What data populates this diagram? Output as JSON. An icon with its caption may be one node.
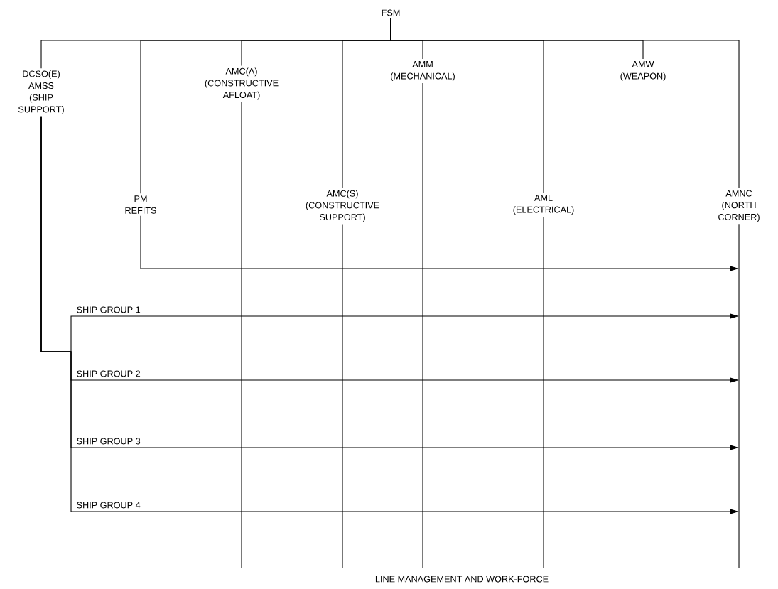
{
  "diagram": {
    "nodes": [
      {
        "text": [
          "FSM"
        ]
      },
      {
        "text": [
          "DCSO(E) AMSS (SHIP SUPPORT)"
        ]
      },
      {
        "text": [
          "PM REFITS"
        ]
      },
      {
        "text": [
          "AMC(A) (CONSTRUCTIVE AFLOAT)"
        ]
      },
      {
        "text": [
          "AMC(S) (CONSTRUCTIVE SUPPORT)"
        ]
      },
      {
        "text": [
          "AMM (MECHANICAL)"
        ]
      },
      {
        "text": [
          "AML (ELECTRICAL)"
        ]
      },
      {
        "text": [
          "AMW (WEAPON)"
        ]
      },
      {
        "text": [
          "AMNC (NORTH CORNER)"
        ]
      }
    ],
    "edges": [
      {
        "from": 0,
        "to": 1,
        "arrow": "none"
      },
      {
        "from": 0,
        "to": 2,
        "arrow": "none"
      },
      {
        "from": 0,
        "to": 3,
        "arrow": "none"
      },
      {
        "from": 0,
        "to": 4,
        "arrow": "none"
      },
      {
        "from": 0,
        "to": 5,
        "arrow": "none"
      },
      {
        "from": 0,
        "to": 6,
        "arrow": "none"
      },
      {
        "from": 0,
        "to": 7,
        "arrow": "none"
      },
      {
        "from": 0,
        "to": 8,
        "arrow": "none"
      },
      {
        "from": 2,
        "to": null,
        "arrow": "to"
      },
      {
        "from": 1,
        "to": null,
        "arrow": "to",
        "label": "SHIP GROUP 1"
      },
      {
        "from": 1,
        "to": null,
        "arrow": "to",
        "label": "SHIP GROUP 2"
      },
      {
        "from": 1,
        "to": null,
        "arrow": "to",
        "label": "SHIP GROUP 3"
      },
      {
        "from": 1,
        "to": null,
        "arrow": "to",
        "label": "SHIP GROUP 4"
      },
      {
        "from": 3,
        "to": null,
        "arrow": "none"
      },
      {
        "from": 4,
        "to": null,
        "arrow": "none"
      },
      {
        "from": 5,
        "to": null,
        "arrow": "none"
      },
      {
        "from": 6,
        "to": null,
        "arrow": "none"
      },
      {
        "from": 8,
        "to": null,
        "arrow": "none"
      }
    ],
    "labels": [
      "LINE MANAGEMENT AND WORK-FORCE"
    ]
  }
}
